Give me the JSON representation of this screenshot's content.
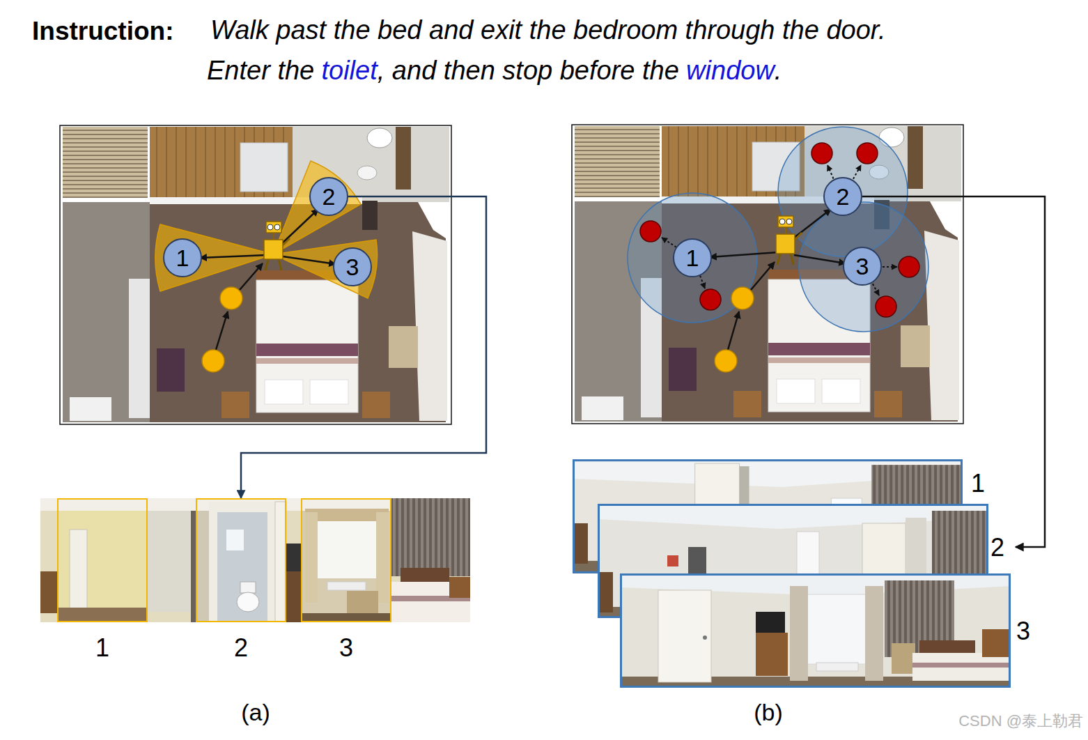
{
  "diagram": {
    "title": "Instruction:",
    "nodes": [
      {
        "text": [
          "1"
        ]
      },
      {
        "text": [
          "2"
        ]
      },
      {
        "text": [
          "3"
        ]
      },
      {
        "text": [
          "1"
        ]
      },
      {
        "text": [
          "2"
        ]
      },
      {
        "text": [
          "3"
        ]
      },
      {
        "text": [
          "1"
        ]
      },
      {
        "text": [
          "2"
        ]
      },
      {
        "text": [
          "3"
        ]
      },
      {
        "text": [
          "1"
        ]
      },
      {
        "text": [
          "2"
        ]
      },
      {
        "text": [
          "3"
        ]
      }
    ],
    "edges": [
      {
        "from": 1,
        "to": 4,
        "arrow": "to"
      },
      {
        "from": 7,
        "to": 10,
        "arrow": "to"
      }
    ],
    "labels": [
      "Walk past the bed and exit the bedroom through the door.",
      "Enter the",
      "toilet",
      ", and then stop before the",
      "window",
      ".",
      "(a)",
      "(b)",
      "CSDN @泰上勒君"
    ]
  }
}
